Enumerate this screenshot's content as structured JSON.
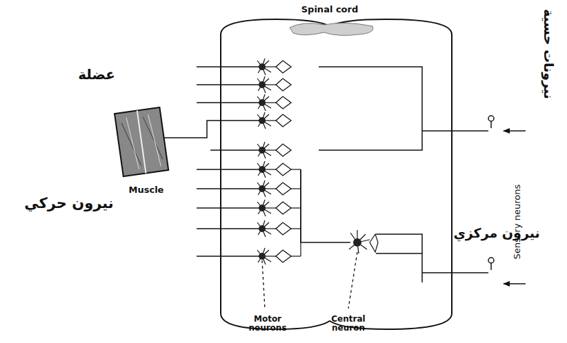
{
  "diagram": {
    "labels": [
      "Spinal cord",
      "عضلة",
      "نيرونات حسية",
      "Muscle",
      "Sensory neurons",
      "نيرون حركي",
      "نيرون مركزي",
      "Motor neurons",
      "Central neuron"
    ]
  }
}
